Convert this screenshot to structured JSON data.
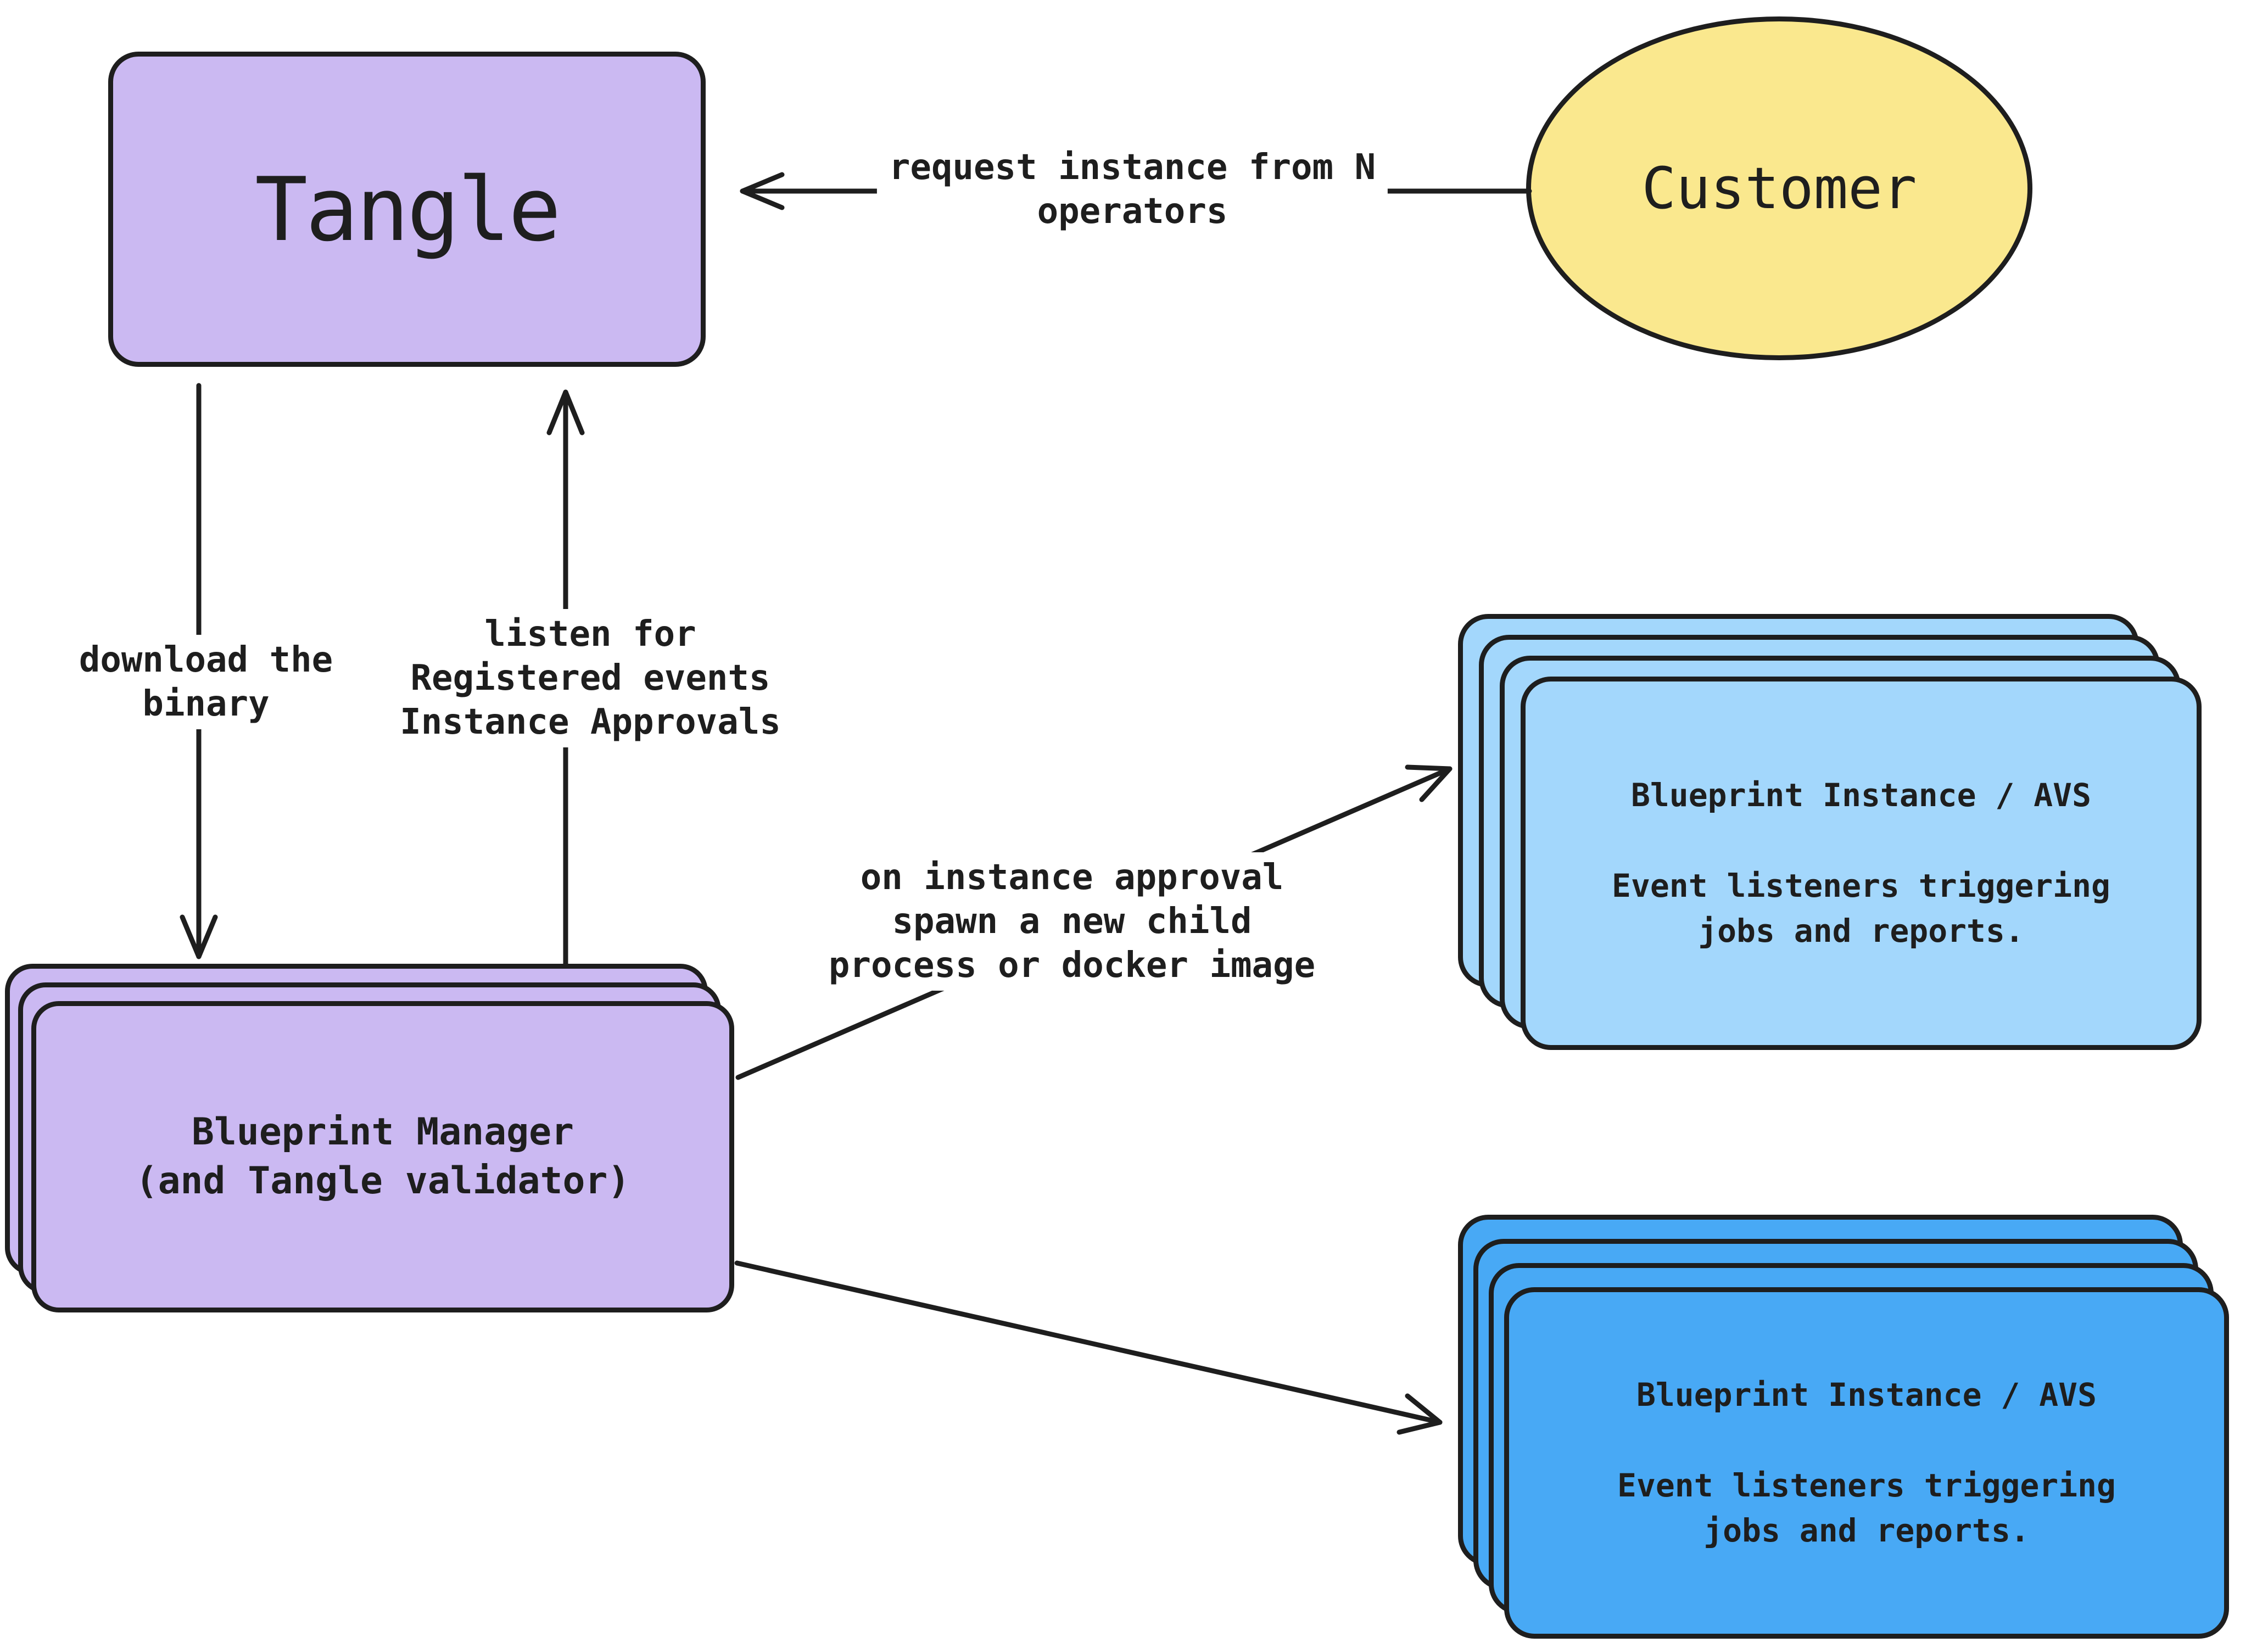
{
  "colors": {
    "background": "#ffffff",
    "stroke": "#1e1e1e",
    "purple": "#cbb9f2",
    "yellow": "#fae88e",
    "light_blue": "#a3d7fc",
    "blue": "#48a9f5"
  },
  "nodes": {
    "tangle": {
      "label": "Tangle",
      "fill": "#cbb9f2"
    },
    "customer": {
      "label": "Customer",
      "fill": "#fae88e"
    },
    "blueprint_manager": {
      "lines": [
        "Blueprint Manager",
        "(and Tangle validator)"
      ],
      "fill": "#cbb9f2",
      "stack_count": "3"
    },
    "blueprint_instance_light": {
      "title": "Blueprint Instance / AVS",
      "body": [
        "Event listeners triggering",
        "jobs and reports."
      ],
      "fill": "#a3d7fc",
      "stack_count": "4"
    },
    "blueprint_instance_dark": {
      "title": "Blueprint Instance / AVS",
      "body": [
        "Event listeners triggering",
        "jobs and reports."
      ],
      "fill": "#48a9f5",
      "stack_count": "4"
    }
  },
  "edges": {
    "customer_to_tangle": {
      "label_lines": [
        "request instance from N",
        "operators"
      ]
    },
    "tangle_to_manager": {
      "label_lines": [
        "download the",
        "binary"
      ]
    },
    "manager_to_tangle": {
      "label_lines": [
        "listen for",
        "Registered events",
        "Instance Approvals"
      ]
    },
    "manager_to_instance_light": {
      "label_lines": [
        "on instance approval",
        "spawn a new child",
        "process or docker image"
      ]
    },
    "manager_to_instance_dark": {
      "label_lines": []
    }
  }
}
